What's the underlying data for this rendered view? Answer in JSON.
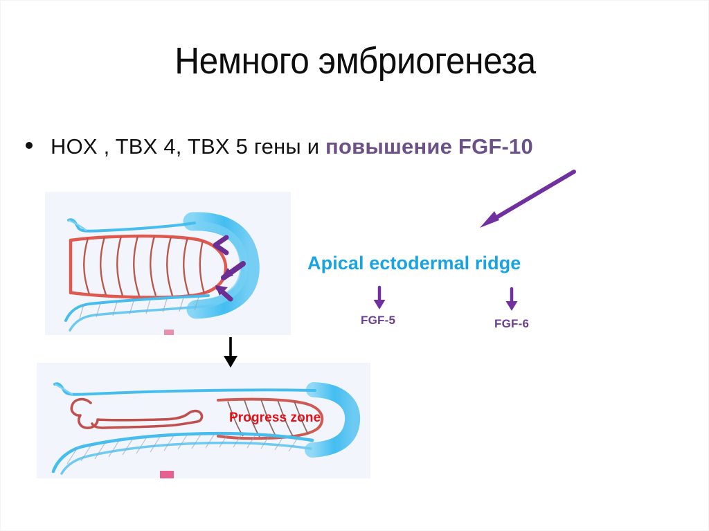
{
  "slide": {
    "title": "Немного эмбриогенеза",
    "background_color": "#ffffff"
  },
  "bullet": {
    "marker": "bullet-dot",
    "text_plain": "HOX , TBX 4, TBX 5 гены и повышение FGF-10",
    "text_black": "HOX , TBX 4, TBX 5 гены и ",
    "text_purple": "повышение FGF-10",
    "black_color": "#111111",
    "purple_color": "#6b5186"
  },
  "callouts": {
    "aer": {
      "label": "Apical ectodermal ridge",
      "color": "#18a3e2"
    },
    "fgf5": {
      "label": "FGF-5",
      "color": "#6b3f93"
    },
    "fgf6": {
      "label": "FGF-6",
      "color": "#6b3f93"
    },
    "progress_zone": {
      "label": "Progress zone",
      "color": "#e60f14"
    }
  },
  "arrows": {
    "diagonal_to_ridge": {
      "name": "purple-diagonal-arrow",
      "color": "#7030a0",
      "direction": "down-left"
    },
    "fgf5_down": {
      "name": "purple-down-arrow",
      "color": "#7030a0",
      "direction": "down"
    },
    "fgf6_down": {
      "name": "purple-down-arrow",
      "color": "#7030a0",
      "direction": "down"
    },
    "stage_transition": {
      "name": "black-down-arrow",
      "color": "#000000",
      "direction": "down"
    }
  },
  "figures": {
    "top": {
      "name": "early-limb-bud-drawing",
      "caption": "",
      "colors": {
        "ectoderm": "#3fbdf0",
        "mesenchyme": "#e05a52",
        "background": "#f3f5fc"
      },
      "annotations": [
        "chevron-marker",
        "down-left-arrow",
        "up-left-arrow"
      ]
    },
    "bottom": {
      "name": "elongated-limb-bud-drawing",
      "caption": "Progress zone",
      "colors": {
        "ectoderm": "#4fc0ef",
        "cartilage": "#c0504d",
        "background": "#f3f5fc"
      }
    }
  }
}
